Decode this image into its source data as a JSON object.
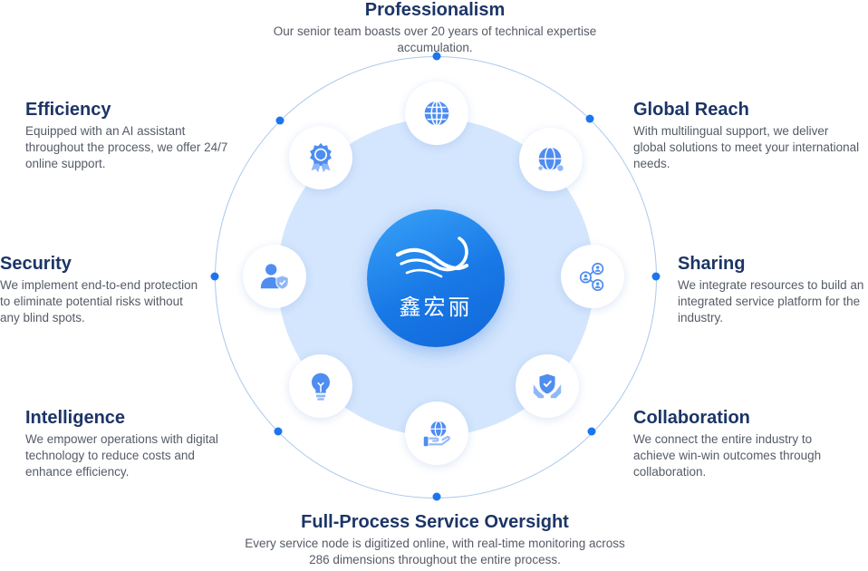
{
  "brand": {
    "name": "鑫宏丽",
    "primary_color": "#1d75ee",
    "title_color": "#1c3566"
  },
  "features": [
    {
      "id": "professionalism",
      "title": "Professionalism",
      "description": "Our senior team boasts over 20 years of technical expertise accumulation.",
      "icon": "globe-grid-icon"
    },
    {
      "id": "global-reach",
      "title": "Global Reach",
      "description": "With multilingual support, we deliver global solutions to meet your international needs.",
      "icon": "network-globe-icon"
    },
    {
      "id": "sharing",
      "title": "Sharing",
      "description": "We integrate resources to build an integrated service platform for the industry.",
      "icon": "users-share-icon"
    },
    {
      "id": "collaboration",
      "title": "Collaboration",
      "description": "We connect the entire industry to achieve win-win outcomes through collaboration.",
      "icon": "shield-hands-icon"
    },
    {
      "id": "oversight",
      "title": "Full-Process Service Oversight",
      "description": "Every service node is digitized online, with real-time monitoring across 286 dimensions throughout the entire process.",
      "icon": "hand-globe-icon"
    },
    {
      "id": "intelligence",
      "title": "Intelligence",
      "description": "We empower operations with digital technology to reduce costs and enhance efficiency.",
      "icon": "lightbulb-icon"
    },
    {
      "id": "security",
      "title": "Security",
      "description": "We implement end-to-end protection to eliminate potential risks without any blind spots.",
      "icon": "user-shield-icon"
    },
    {
      "id": "efficiency",
      "title": "Efficiency",
      "description": "Equipped with an AI assistant throughout the process, we offer 24/7 online support.",
      "icon": "award-badge-icon"
    }
  ]
}
